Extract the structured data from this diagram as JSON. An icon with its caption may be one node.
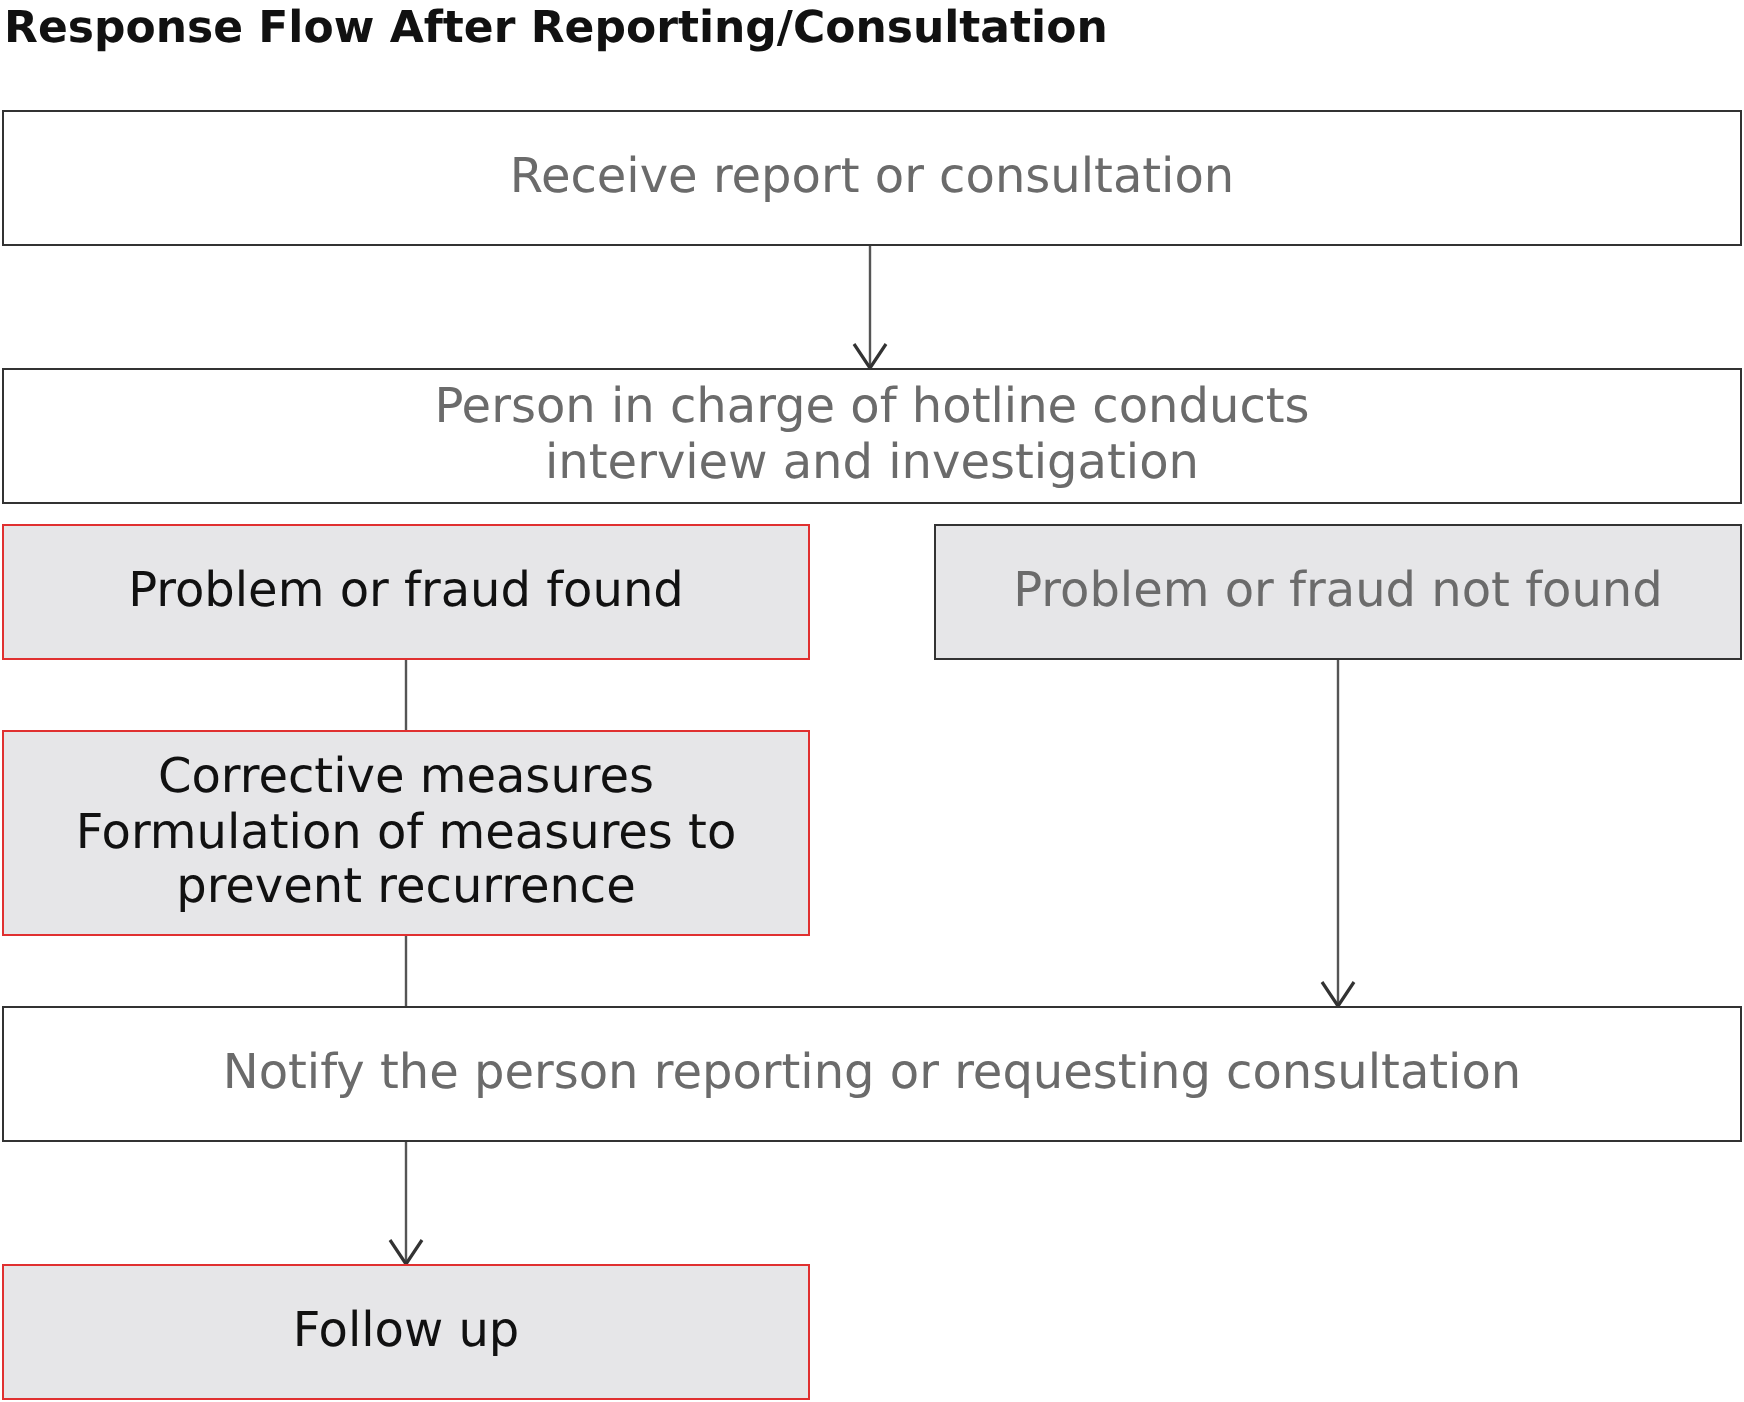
{
  "diagram": {
    "title": "Response Flow After Reporting/Consultation",
    "nodes": [
      {
        "text": [
          "Receive report or consultation"
        ]
      },
      {
        "text": [
          "Person in charge of hotline conducts interview and investigation"
        ]
      },
      {
        "text": [
          "Problem or fraud found"
        ]
      },
      {
        "text": [
          "Problem or fraud not found"
        ]
      },
      {
        "text": [
          "Corrective measures",
          "Formulation of measures to prevent recurrence"
        ]
      },
      {
        "text": [
          "Notify the person reporting or requesting consultation"
        ]
      },
      {
        "text": [
          "Follow up"
        ]
      }
    ],
    "edges": [
      {
        "from": 0,
        "to": 1,
        "arrow": "to"
      },
      {
        "from": 2,
        "to": 4,
        "arrow": "none"
      },
      {
        "from": 4,
        "to": 5,
        "arrow": "none"
      },
      {
        "from": 3,
        "to": 5,
        "arrow": "to"
      },
      {
        "from": 5,
        "to": 6,
        "arrow": "to"
      }
    ]
  }
}
